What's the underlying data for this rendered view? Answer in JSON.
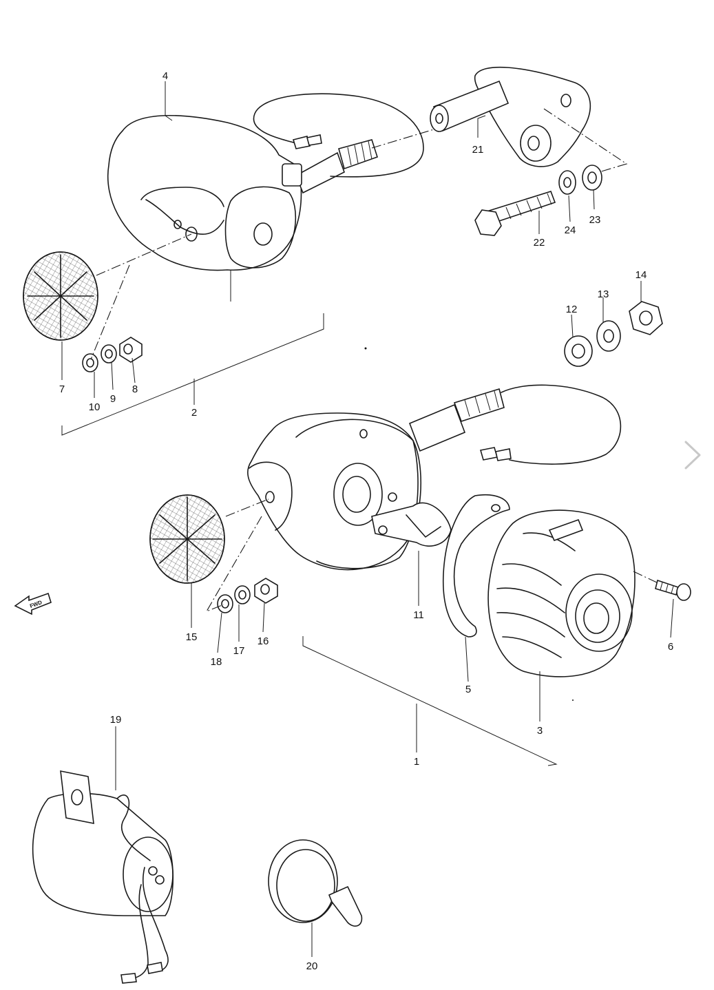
{
  "diagram": {
    "part_labels": {
      "p1": "1",
      "p2": "2",
      "p3": "3",
      "p4": "4",
      "p5": "5",
      "p6": "6",
      "p7": "7",
      "p8": "8",
      "p9": "9",
      "p10": "10",
      "p11": "11",
      "p12": "12",
      "p13": "13",
      "p14": "14",
      "p15": "15",
      "p16": "16",
      "p17": "17",
      "p18": "18",
      "p19": "19",
      "p20": "20",
      "p21": "21",
      "p22": "22",
      "p23": "23",
      "p24": "24"
    },
    "fwd_marker": "FWD"
  },
  "nav": {
    "next_icon": "chevron-right-icon"
  }
}
